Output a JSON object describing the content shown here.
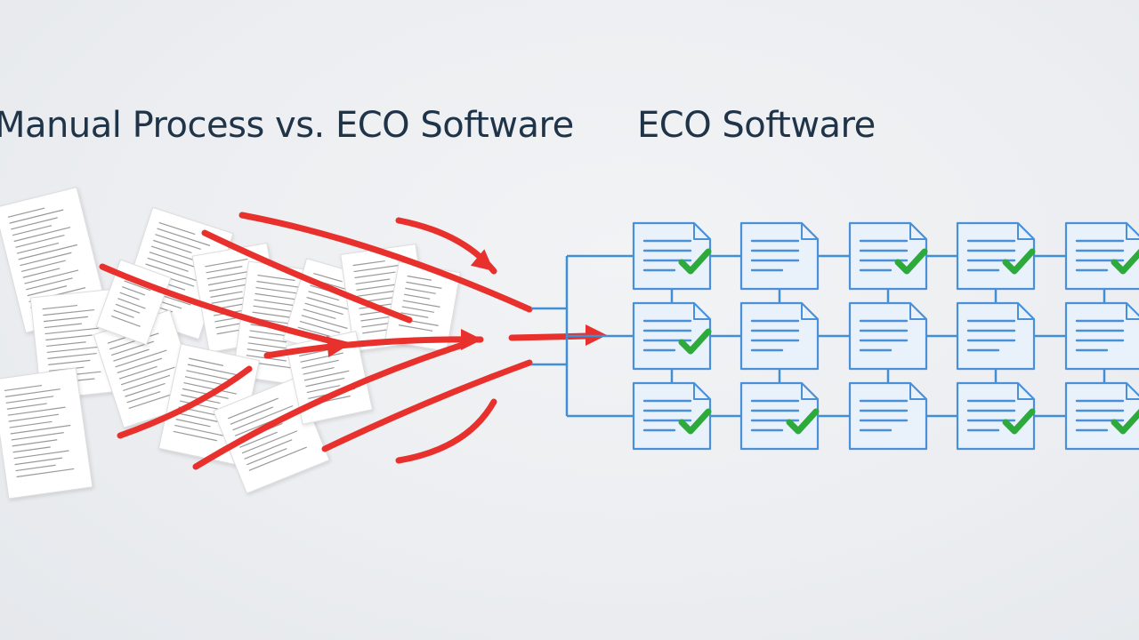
{
  "headings": {
    "left": "Manual Process vs. ECO Software",
    "right": "ECO Software"
  },
  "colors": {
    "arrow": "#e8302d",
    "connector": "#3f8fd6",
    "doc_fill": "#e9f2fb",
    "doc_stroke": "#4a90d9",
    "doc_line": "#4a90d9",
    "check": "#2eaa3c",
    "paper": "#ffffff",
    "paper_text": "#9a9a9a"
  },
  "grid": {
    "rows": 3,
    "columns": 5,
    "checks": [
      [
        true,
        false,
        true,
        true,
        true
      ],
      [
        true,
        false,
        false,
        false,
        false
      ],
      [
        true,
        true,
        false,
        true,
        true
      ]
    ]
  },
  "icons": {
    "document": "document-icon",
    "check": "checkmark-icon",
    "paper": "paper-sheet-icon",
    "arrow": "red-arrow-icon"
  }
}
